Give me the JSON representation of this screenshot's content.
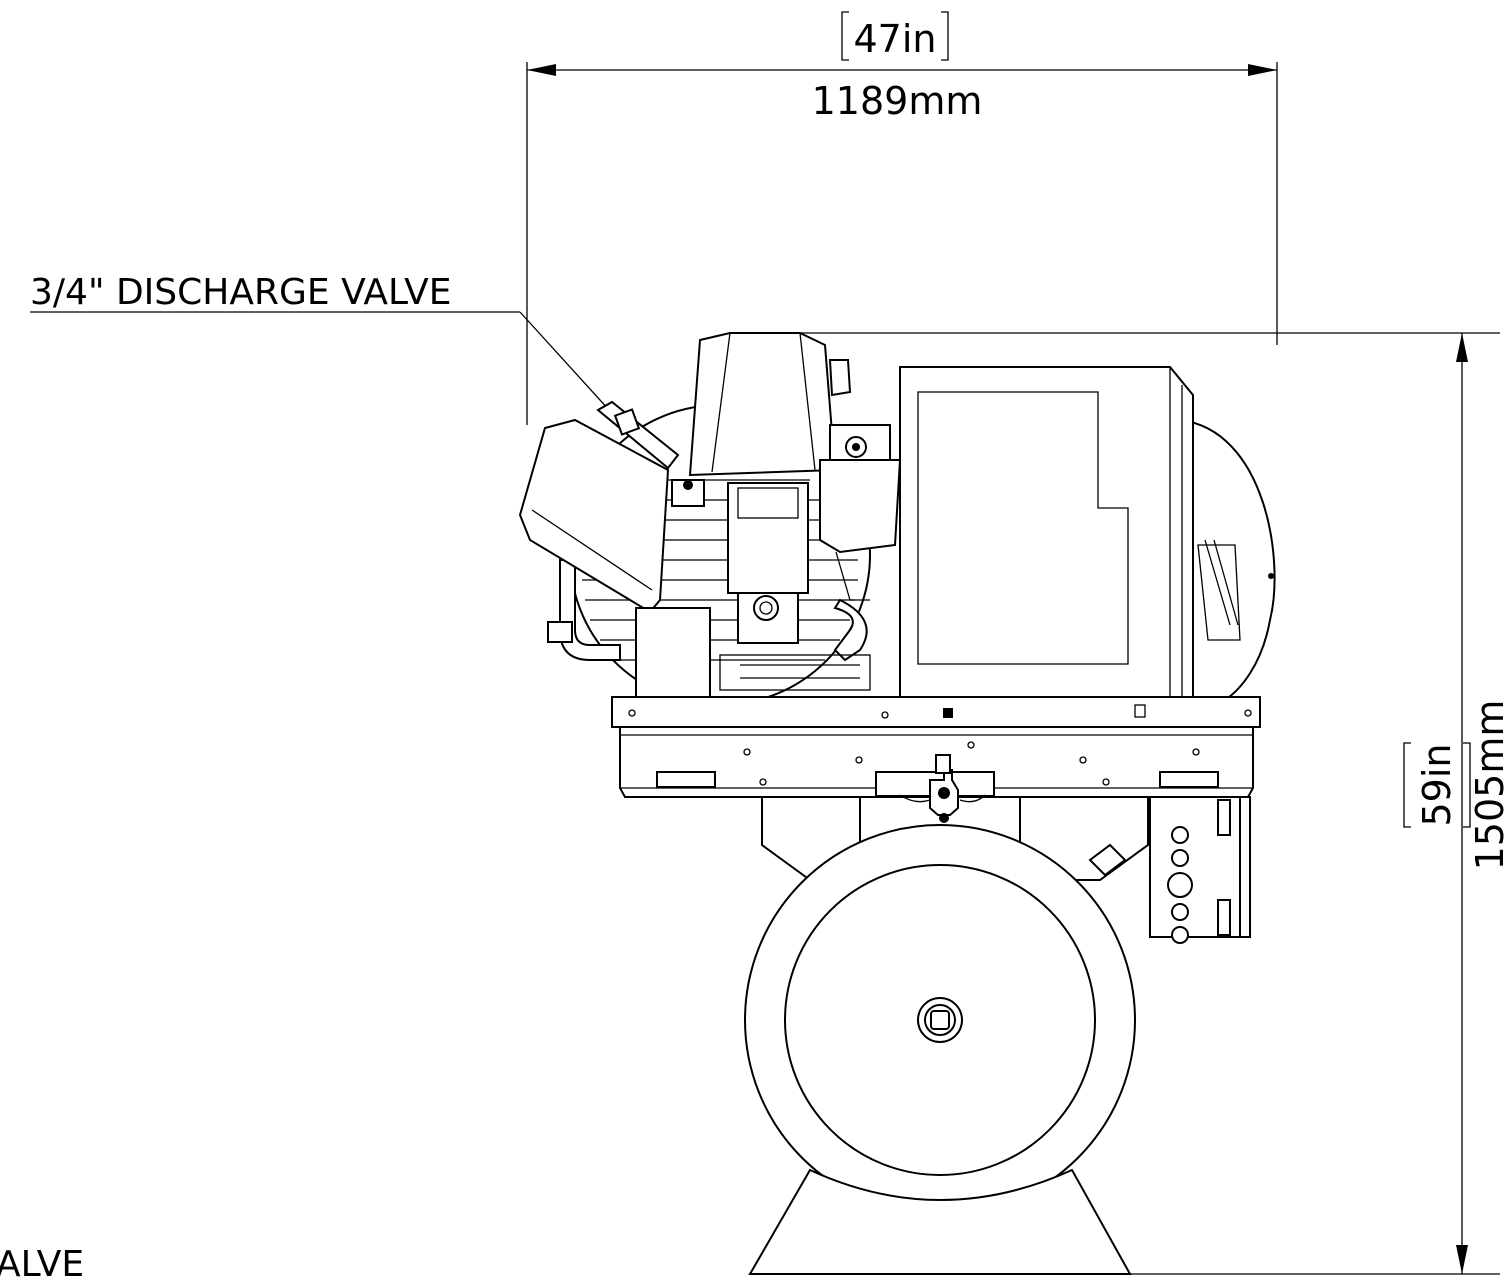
{
  "width_dimension": {
    "imperial": "47in",
    "metric": "1189mm"
  },
  "height_dimension": {
    "imperial": "59in",
    "metric": "1505mm"
  },
  "callouts": {
    "discharge_valve": "3/4\" DISCHARGE VALVE",
    "truncated_valve": "ALVE"
  }
}
